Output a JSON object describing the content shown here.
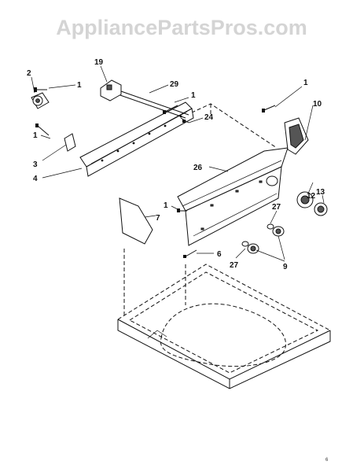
{
  "watermark": "AppliancePartsPros.com",
  "footnote": "6",
  "callouts": [
    {
      "id": "c-2",
      "text": "2"
    },
    {
      "id": "c-1a",
      "text": "1"
    },
    {
      "id": "c-19",
      "text": "19"
    },
    {
      "id": "c-29",
      "text": "29"
    },
    {
      "id": "c-1b",
      "text": "1"
    },
    {
      "id": "c-24",
      "text": "24"
    },
    {
      "id": "c-1c",
      "text": "1"
    },
    {
      "id": "c-10",
      "text": "10"
    },
    {
      "id": "c-1d",
      "text": "1"
    },
    {
      "id": "c-3",
      "text": "3"
    },
    {
      "id": "c-4",
      "text": "4"
    },
    {
      "id": "c-26",
      "text": "26"
    },
    {
      "id": "c-12",
      "text": "12"
    },
    {
      "id": "c-13",
      "text": "13"
    },
    {
      "id": "c-1e",
      "text": "1"
    },
    {
      "id": "c-7",
      "text": "7"
    },
    {
      "id": "c-27a",
      "text": "27"
    },
    {
      "id": "c-6",
      "text": "6"
    },
    {
      "id": "c-27b",
      "text": "27"
    },
    {
      "id": "c-9",
      "text": "9"
    }
  ]
}
